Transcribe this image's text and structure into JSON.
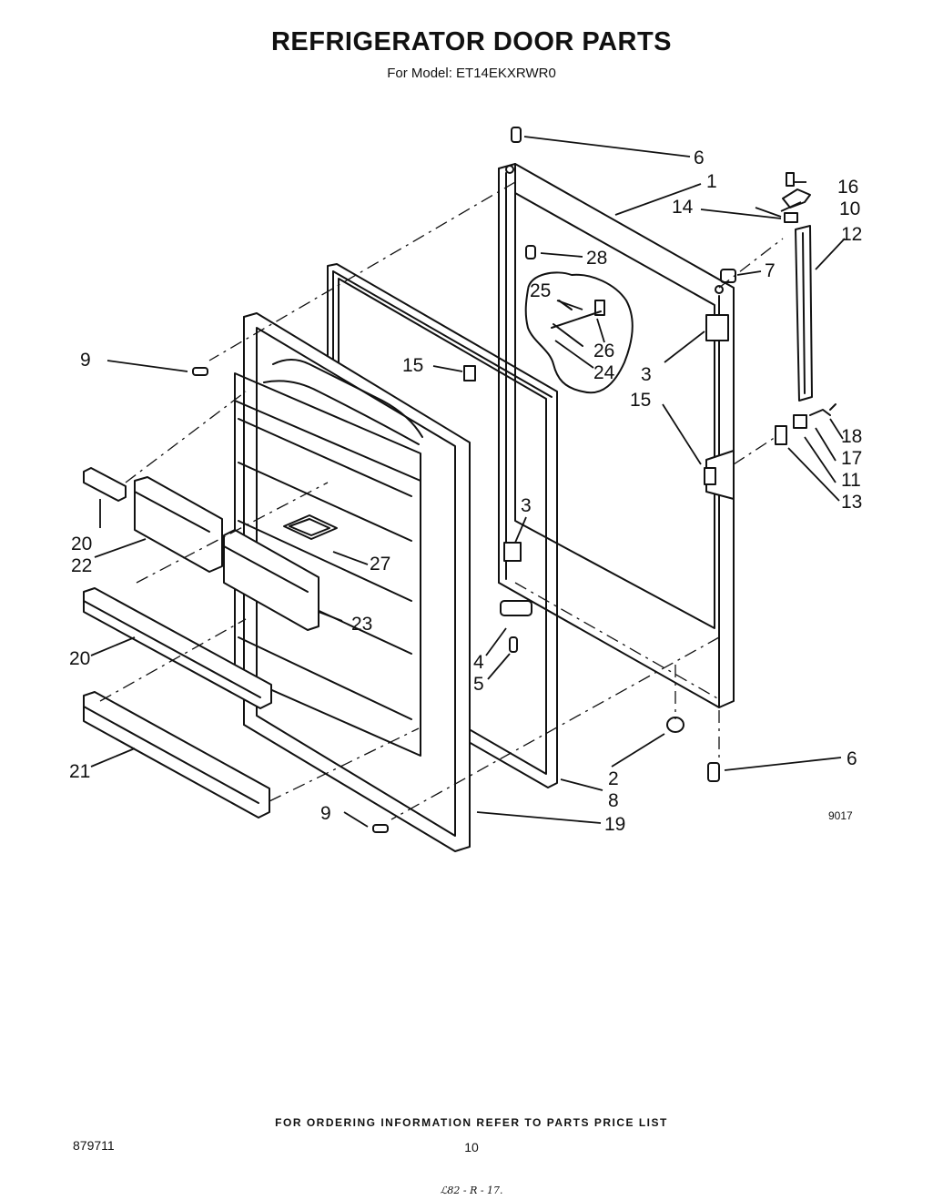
{
  "header": {
    "title": "REFRIGERATOR DOOR PARTS",
    "subtitle": "For Model: ET14EKXRWR0"
  },
  "diagram": {
    "callouts": {
      "c1": "1",
      "c2": "2",
      "c3a": "3",
      "c3b": "3",
      "c4": "4",
      "c5": "5",
      "c6a": "6",
      "c6b": "6",
      "c7": "7",
      "c8": "8",
      "c9a": "9",
      "c9b": "9",
      "c10": "10",
      "c11": "11",
      "c12": "12",
      "c13": "13",
      "c14": "14",
      "c15a": "15",
      "c15b": "15",
      "c16": "16",
      "c17": "17",
      "c18": "18",
      "c19": "19",
      "c20a": "20",
      "c20b": "20",
      "c21": "21",
      "c22": "22",
      "c23": "23",
      "c24": "24",
      "c25": "25",
      "c26": "26",
      "c27": "27",
      "c28": "28"
    },
    "drawing_code": "9017"
  },
  "footer": {
    "notice": "FOR ORDERING INFORMATION REFER TO PARTS PRICE LIST",
    "doc_number": "879711",
    "page_number": "10",
    "handwritten": "ℒ82 - R - 17."
  }
}
